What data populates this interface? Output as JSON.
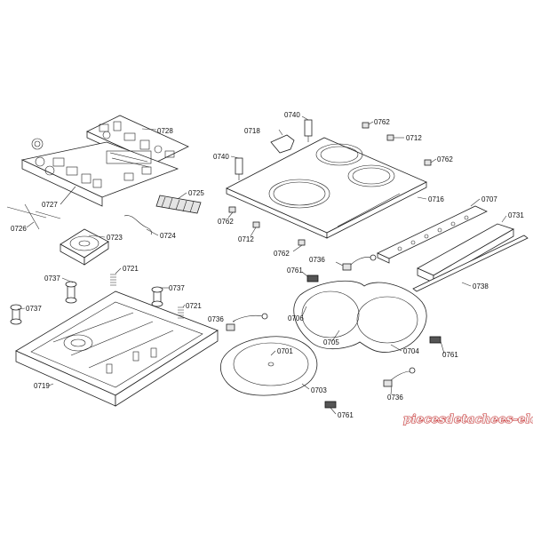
{
  "labels": {
    "p0728": "0728",
    "p0727": "0727",
    "p0726": "0726",
    "p0725": "0725",
    "p0724": "0724",
    "p0723": "0723",
    "p0721a": "0721",
    "p0721b": "0721",
    "p0737a": "0737",
    "p0737b": "0737",
    "p0737c": "0737",
    "p0719": "0719",
    "p0740a": "0740",
    "p0740b": "0740",
    "p0718": "0718",
    "p0762a": "0762",
    "p0762b": "0762",
    "p0762c": "0762",
    "p0762d": "0762",
    "p0712a": "0712",
    "p0712b": "0712",
    "p0716": "0716",
    "p0707": "0707",
    "p0731": "0731",
    "p0736a": "0736",
    "p0736b": "0736",
    "p0736c": "0736",
    "p0761a": "0761",
    "p0761b": "0761",
    "p0761c": "0761",
    "p0738": "0738",
    "p0706": "0706",
    "p0705": "0705",
    "p0704": "0704",
    "p0701": "0701",
    "p0703": "0703"
  },
  "watermark": "piecesdetachees-elec.com",
  "colors": {
    "line": "#222222",
    "watermark_stroke": "#c62828"
  }
}
